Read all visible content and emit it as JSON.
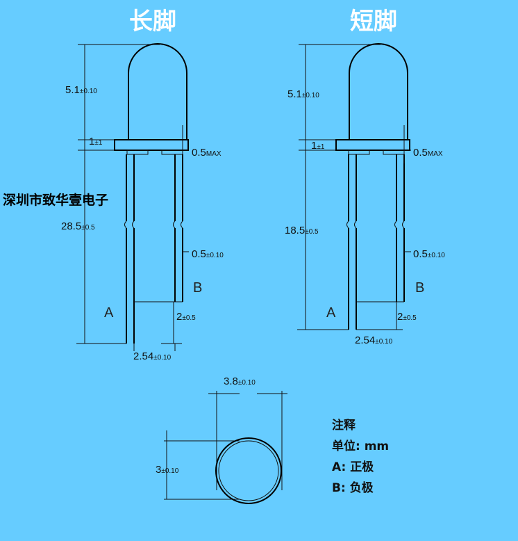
{
  "titles": {
    "long_leg": "长脚",
    "short_leg": "短脚"
  },
  "company": "深圳市致华壹电子",
  "left": {
    "height": {
      "val": "5.1",
      "tol": "±0.10"
    },
    "flange": {
      "val": "1",
      "tol": "±1"
    },
    "lead_offset": {
      "val": "0.5",
      "tol": "MAX"
    },
    "lead_length": {
      "val": "28.5",
      "tol": "±0.5"
    },
    "lead_width": {
      "val": "0.5",
      "tol": "±0.10"
    },
    "pin_b": "B",
    "pin_a": "A",
    "step": {
      "val": "2",
      "tol": "±0.5"
    },
    "pitch": {
      "val": "2.54",
      "tol": "±0.10"
    }
  },
  "right": {
    "height": {
      "val": "5.1",
      "tol": "±0.10"
    },
    "flange": {
      "val": "1",
      "tol": "±1"
    },
    "lead_offset": {
      "val": "0.5",
      "tol": "MAX"
    },
    "lead_length": {
      "val": "18.5",
      "tol": "±0.5"
    },
    "lead_width": {
      "val": "0.5",
      "tol": "±0.10"
    },
    "pin_b": "B",
    "pin_a": "A",
    "step": {
      "val": "2",
      "tol": "±0.5"
    },
    "pitch": {
      "val": "2.54",
      "tol": "±0.10"
    }
  },
  "bottom": {
    "diameter": {
      "val": "3.8",
      "tol": "±0.10"
    },
    "lens": {
      "val": "3",
      "tol": "±0.10"
    }
  },
  "notes": {
    "title": "注释",
    "unit": "单位: mm",
    "a": "A: 正极",
    "b": "B: 负极"
  }
}
